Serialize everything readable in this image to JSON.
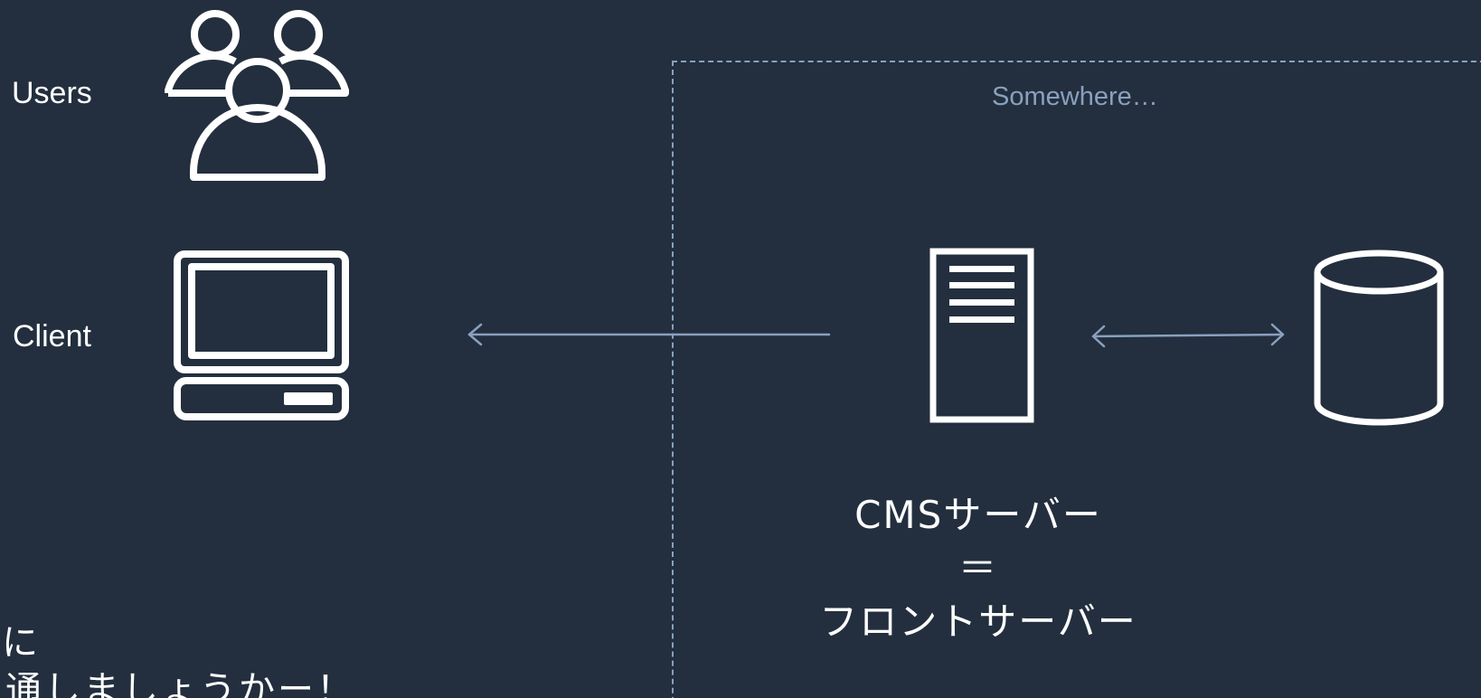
{
  "labels": {
    "users": "Users",
    "client": "Client"
  },
  "region": {
    "label": "Somewhere…"
  },
  "server": {
    "caption_line1": "CMSサーバー",
    "caption_line2": "＝",
    "caption_line3": "フロントサーバー"
  },
  "note": {
    "line1": "に",
    "line2": "通しましょうかー！"
  },
  "icons": {
    "users": "users-group-icon",
    "client": "desktop-computer-icon",
    "server": "server-icon",
    "database": "database-icon"
  },
  "colors": {
    "background": "#232f3e",
    "foreground": "#ffffff",
    "connector": "#8aa0bf"
  }
}
